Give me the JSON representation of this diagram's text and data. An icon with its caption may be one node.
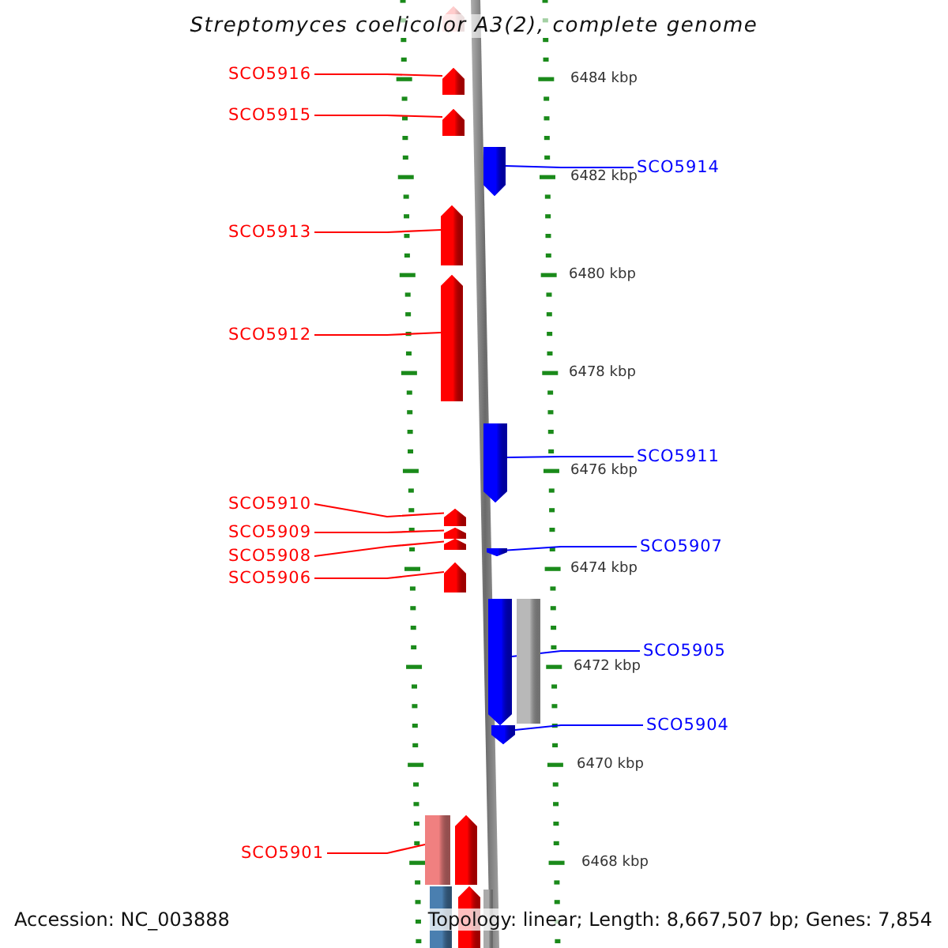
{
  "diagram": {
    "title": "Streptomyces coelicolor A3(2), complete genome",
    "nodes": [
      {
        "text": [],
        "shape": "bar"
      },
      {
        "text": [
          "SCO5916"
        ]
      },
      {
        "text": [],
        "shape": "bar"
      },
      {
        "text": [
          "SCO5915"
        ]
      },
      {
        "text": [],
        "shape": "bar"
      },
      {
        "text": [
          "SCO5914"
        ]
      },
      {
        "text": [],
        "shape": "bar"
      },
      {
        "text": [
          "SCO5913"
        ]
      },
      {
        "text": [],
        "shape": "bar"
      },
      {
        "text": [
          "SCO5912"
        ]
      },
      {
        "text": [],
        "shape": "bar"
      },
      {
        "text": [
          "SCO5911"
        ]
      },
      {
        "text": [],
        "shape": "bar"
      },
      {
        "text": [
          "SCO5910"
        ]
      },
      {
        "text": [],
        "shape": "bar"
      },
      {
        "text": [
          "SCO5909"
        ]
      },
      {
        "text": [],
        "shape": "bar"
      },
      {
        "text": [
          "SCO5908"
        ]
      },
      {
        "text": [],
        "shape": "bar"
      },
      {
        "text": [
          "SCO5907"
        ]
      },
      {
        "text": [],
        "shape": "bar"
      },
      {
        "text": [
          "SCO5906"
        ]
      },
      {
        "text": [],
        "shape": "bar"
      },
      {
        "text": [
          "SCO5905"
        ]
      },
      {
        "text": [],
        "shape": "bar"
      },
      {
        "text": [],
        "shape": "bar"
      },
      {
        "text": [
          "SCO5904"
        ]
      },
      {
        "text": [],
        "shape": "bar"
      },
      {
        "text": [
          "SCO5901"
        ]
      },
      {
        "text": [],
        "shape": "bar"
      },
      {
        "text": [],
        "shape": "bar"
      },
      {
        "text": [],
        "shape": "bar"
      },
      {
        "text": [],
        "shape": "bar"
      },
      {
        "text": [],
        "shape": "bar"
      }
    ],
    "edges": [
      {
        "from": 1,
        "to": 2,
        "arrow": "none"
      },
      {
        "from": 3,
        "to": 4,
        "arrow": "none"
      },
      {
        "from": 5,
        "to": 6,
        "arrow": "none",
        "color": "#0000ff"
      },
      {
        "from": 7,
        "to": 8,
        "arrow": "none"
      },
      {
        "from": 9,
        "to": 10,
        "arrow": "none"
      },
      {
        "from": 11,
        "to": 12,
        "arrow": "none",
        "color": "#0000ff"
      },
      {
        "from": 13,
        "to": 14,
        "arrow": "none"
      },
      {
        "from": 15,
        "to": 16,
        "arrow": "none"
      },
      {
        "from": 17,
        "to": 18,
        "arrow": "none"
      },
      {
        "from": 19,
        "to": 20,
        "arrow": "none",
        "color": "#0000ff"
      },
      {
        "from": 21,
        "to": 22,
        "arrow": "none"
      },
      {
        "from": 23,
        "to": 24,
        "arrow": "none",
        "color": "#0000ff"
      },
      {
        "from": 26,
        "to": 27,
        "arrow": "none",
        "color": "#0000ff"
      },
      {
        "from": 28,
        "to": 29,
        "arrow": "none"
      }
    ],
    "labels": [
      "6484 kbp",
      "6482 kbp",
      "6480 kbp",
      "6478 kbp",
      "6476 kbp",
      "6474 kbp",
      "6472 kbp",
      "6470 kbp",
      "6468 kbp",
      "Accession: NC_003888",
      "Topology: linear; Length: 8,667,507 bp; Genes: 7,854"
    ]
  }
}
